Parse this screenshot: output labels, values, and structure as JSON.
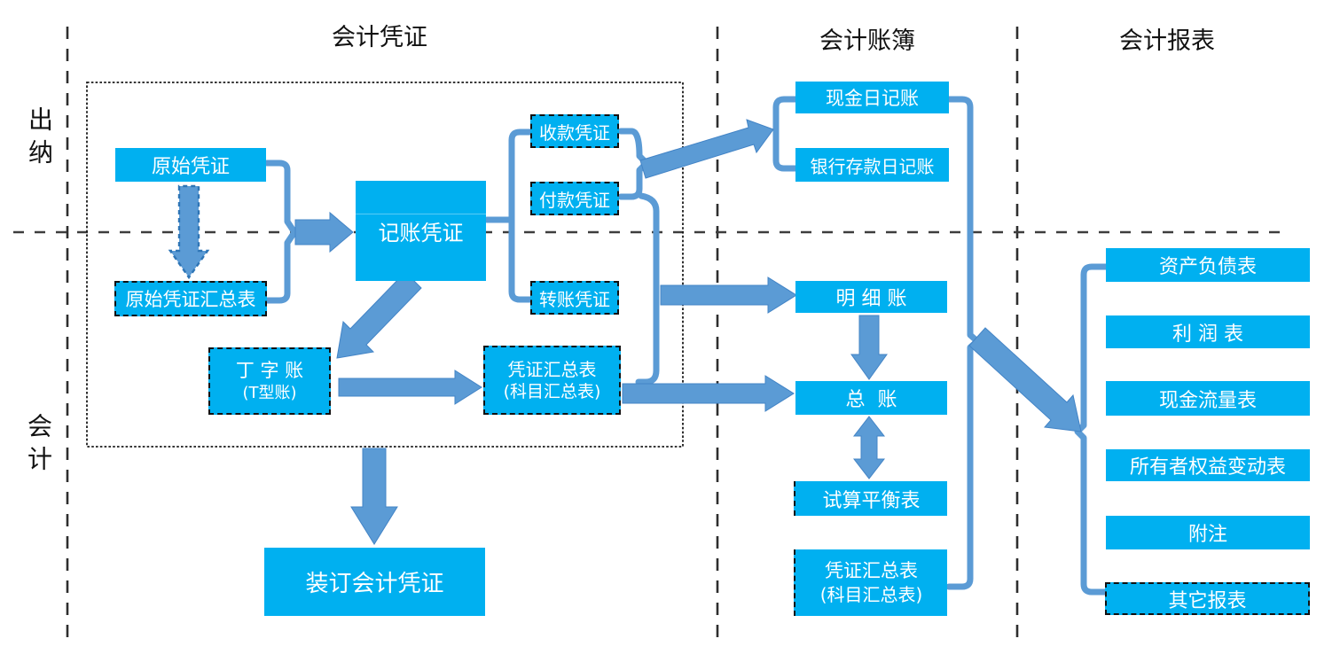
{
  "colors": {
    "box_fill": "#00B0F0",
    "flow_blue": "#5B9BD5",
    "flow_blue_dark": "#2E75B6",
    "divider_dark": "#2e2e2e",
    "text_on_box": "#FFFFFF"
  },
  "headers": {
    "vouchers": "会计凭证",
    "books": "会计账簿",
    "reports": "会计报表"
  },
  "row_labels": {
    "cashier": "出纳",
    "accountant": "会计"
  },
  "boxes": {
    "original_voucher": {
      "label": "原始凭证"
    },
    "original_voucher_summary": {
      "label": "原始凭证汇总表"
    },
    "journal_voucher": {
      "label": "记账凭证"
    },
    "receipt_voucher": {
      "label": "收款凭证"
    },
    "payment_voucher": {
      "label": "付款凭证"
    },
    "transfer_voucher": {
      "label": "转账凭证"
    },
    "t_account": {
      "line1": "丁 字 账",
      "line2": "(T型账)"
    },
    "voucher_summary_left": {
      "line1": "凭证汇总表",
      "line2": "(科目汇总表)"
    },
    "bind_vouchers": {
      "label": "装订会计凭证"
    },
    "cash_journal": {
      "label": "现金日记账"
    },
    "bank_journal": {
      "label": "银行存款日记账"
    },
    "subsidiary_ledger": {
      "label": "明 细 账"
    },
    "general_ledger": {
      "label": "总  账"
    },
    "trial_balance": {
      "label": "试算平衡表"
    },
    "voucher_summary_mid": {
      "line1": "凭证汇总表",
      "line2": "(科目汇总表)"
    },
    "balance_sheet": {
      "label": "资产负债表"
    },
    "income_statement": {
      "label": "利 润 表"
    },
    "cash_flow_statement": {
      "label": "现金流量表"
    },
    "equity_change_statement": {
      "label": "所有者权益变动表"
    },
    "notes": {
      "label": "附注"
    },
    "other_reports": {
      "label": "其它报表"
    }
  }
}
